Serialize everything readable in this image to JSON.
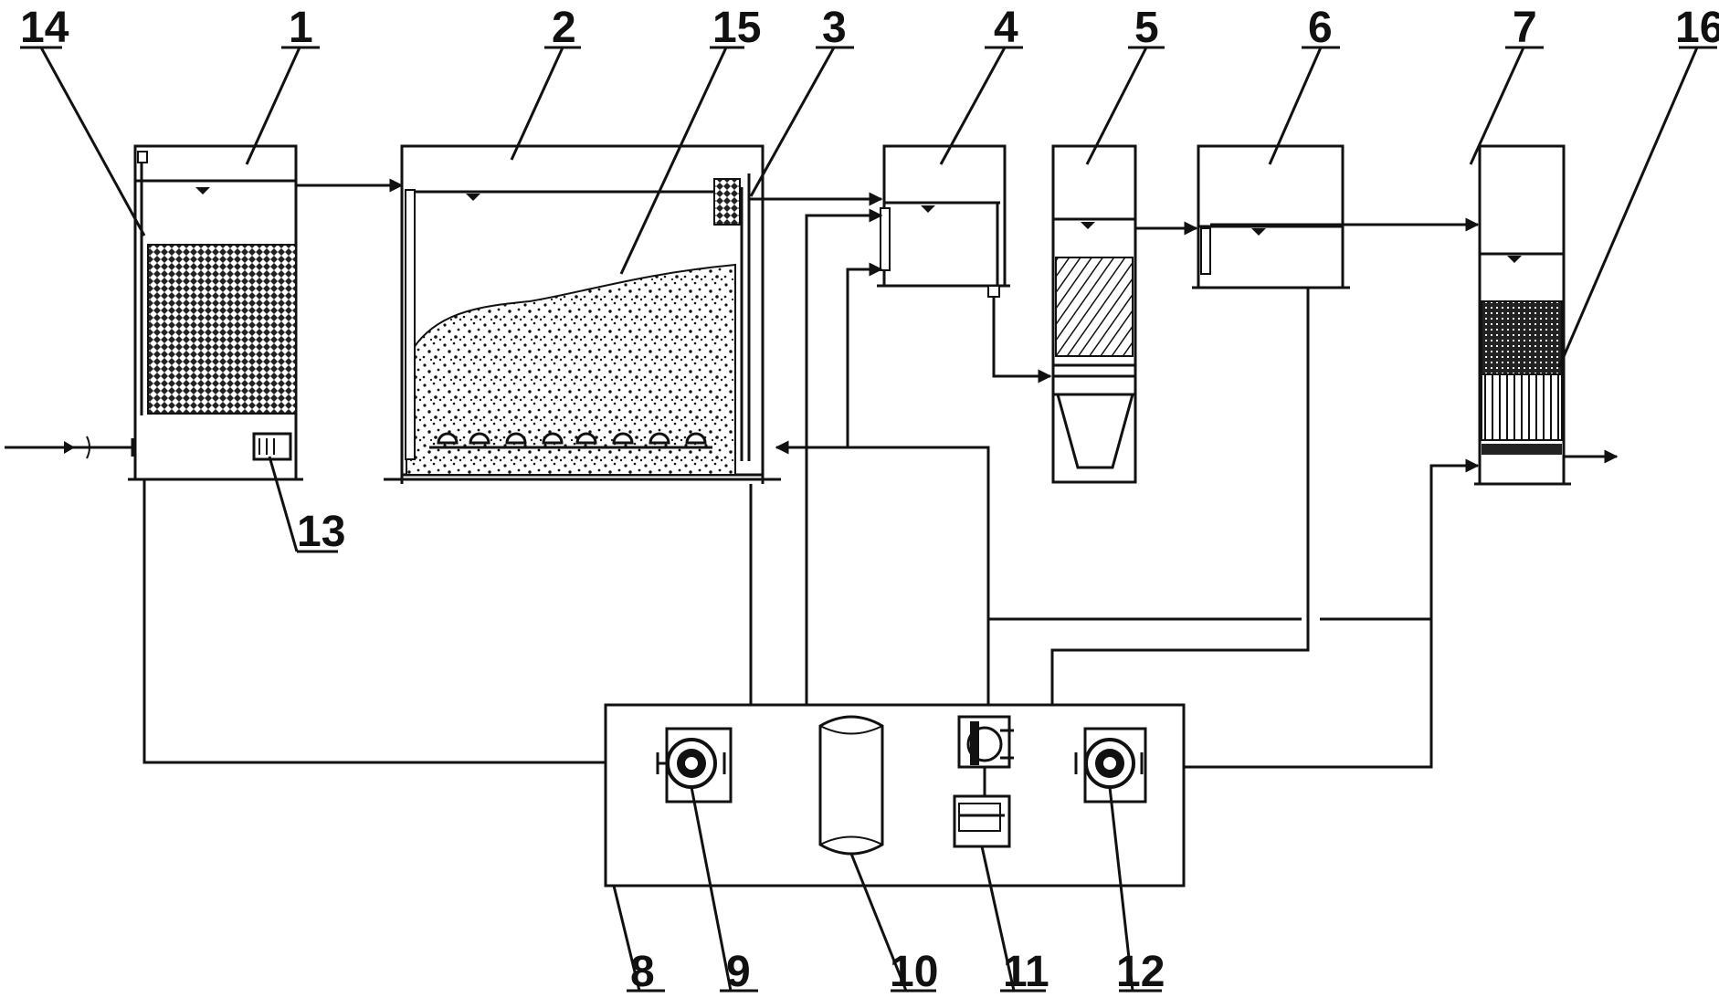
{
  "diagram": {
    "type": "wastewater treatment process flow diagram",
    "callouts": [
      {
        "id": "c1",
        "label": "1"
      },
      {
        "id": "c2",
        "label": "2"
      },
      {
        "id": "c3",
        "label": "3"
      },
      {
        "id": "c4",
        "label": "4"
      },
      {
        "id": "c5",
        "label": "5"
      },
      {
        "id": "c6",
        "label": "6"
      },
      {
        "id": "c7",
        "label": "7"
      },
      {
        "id": "c8",
        "label": "8"
      },
      {
        "id": "c9",
        "label": "9"
      },
      {
        "id": "c10",
        "label": "10"
      },
      {
        "id": "c11",
        "label": "11"
      },
      {
        "id": "c12",
        "label": "12"
      },
      {
        "id": "c13",
        "label": "13"
      },
      {
        "id": "c14",
        "label": "14"
      },
      {
        "id": "c15",
        "label": "15"
      },
      {
        "id": "c16",
        "label": "16"
      }
    ]
  }
}
